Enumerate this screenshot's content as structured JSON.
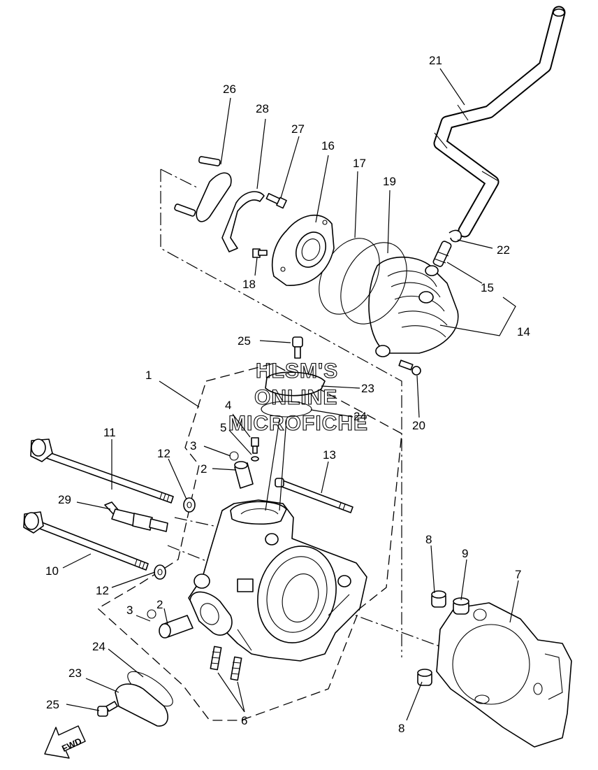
{
  "watermark": {
    "line1": "HLSM'S",
    "line2": "ONLINE",
    "line3": "MICROFICHE"
  },
  "fwd_label": "FWD",
  "callouts": {
    "c1": "1",
    "c2a": "2",
    "c2b": "2",
    "c3a": "3",
    "c3b": "3",
    "c4": "4",
    "c5": "5",
    "c6": "6",
    "c7": "7",
    "c8a": "8",
    "c8b": "8",
    "c9": "9",
    "c10": "10",
    "c11": "11",
    "c12a": "12",
    "c12b": "12",
    "c13": "13",
    "c14": "14",
    "c15": "15",
    "c16": "16",
    "c17": "17",
    "c18": "18",
    "c19": "19",
    "c20": "20",
    "c21": "21",
    "c22": "22",
    "c23a": "23",
    "c23b": "23",
    "c24a": "24",
    "c24b": "24",
    "c25a": "25",
    "c25b": "25",
    "c26": "26",
    "c27": "27",
    "c28": "28",
    "c29": "29"
  },
  "icons": [
    "fwd-arrow-icon"
  ]
}
